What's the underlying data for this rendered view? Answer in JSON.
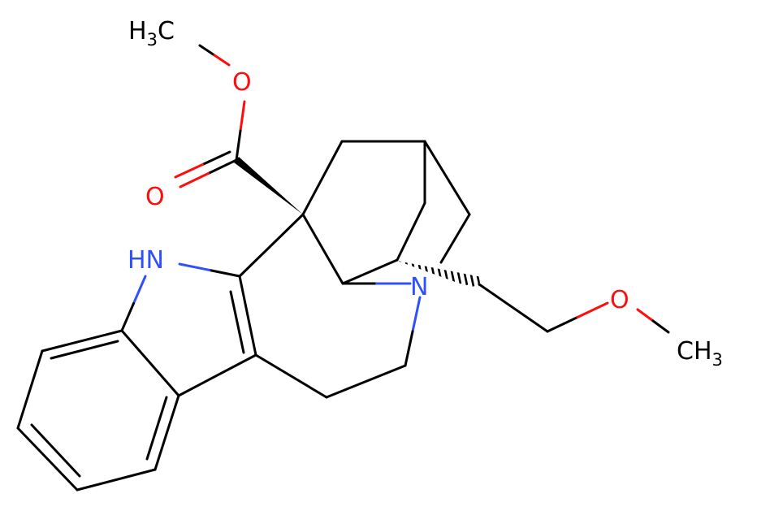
{
  "colors": {
    "background": "#ffffff",
    "carbon_bond": "#000000",
    "oxygen": "#ff0d0d",
    "nitrogen": "#3050f8"
  },
  "atoms": {
    "ch3_top": {
      "main": "H",
      "sub": "3",
      "tail": "C",
      "color": "#000000"
    },
    "o_ether_top": {
      "main": "O",
      "color": "#ff0d0d"
    },
    "o_carbonyl": {
      "main": "O",
      "color": "#ff0d0d"
    },
    "nh": {
      "main": "HN",
      "color": "#3050f8"
    },
    "n_bridge": {
      "main": "N",
      "color": "#3050f8"
    },
    "o_ether_right": {
      "main": "O",
      "color": "#ff0d0d"
    },
    "ch3_right": {
      "main": "CH",
      "sub": "3",
      "color": "#000000"
    }
  }
}
